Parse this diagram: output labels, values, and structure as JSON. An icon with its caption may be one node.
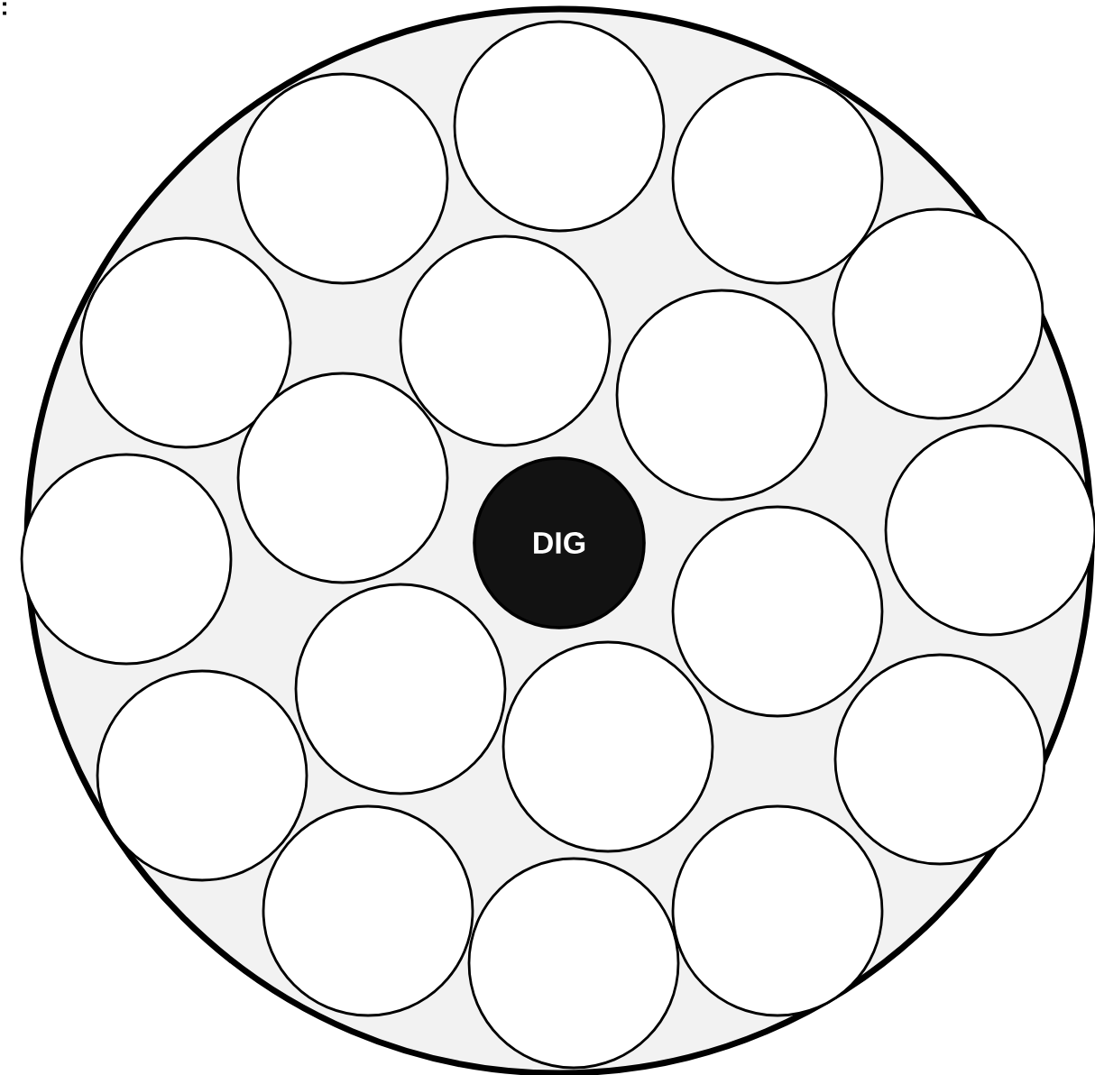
{
  "diagram": {
    "nodes": [
      {
        "text": [],
        "shape": "circle"
      },
      {
        "text": [
          "DIG"
        ],
        "in": 0
      },
      {
        "text": [],
        "shape": "circle",
        "in": 0
      },
      {
        "text": [],
        "shape": "circle",
        "in": 0
      },
      {
        "text": [],
        "shape": "circle",
        "in": 0
      },
      {
        "text": [],
        "shape": "circle",
        "in": 0
      },
      {
        "text": [],
        "shape": "circle",
        "in": 0
      },
      {
        "text": [],
        "shape": "circle",
        "in": 0
      },
      {
        "text": [],
        "shape": "circle",
        "in": 0
      },
      {
        "text": [],
        "shape": "circle",
        "in": 0
      },
      {
        "text": [],
        "shape": "circle",
        "in": 0
      },
      {
        "text": [],
        "shape": "circle",
        "in": 0
      },
      {
        "text": [],
        "shape": "circle",
        "in": 0
      },
      {
        "text": [],
        "shape": "circle",
        "in": 0
      },
      {
        "text": [],
        "shape": "circle",
        "in": 0
      },
      {
        "text": [],
        "shape": "circle",
        "in": 0
      },
      {
        "text": [],
        "shape": "circle",
        "in": 0
      },
      {
        "text": [],
        "shape": "circle",
        "in": 0
      },
      {
        "text": [],
        "shape": "circle",
        "in": 0
      },
      {
        "text": [],
        "shape": "circle",
        "in": 0
      }
    ],
    "labels": [
      ":"
    ]
  }
}
